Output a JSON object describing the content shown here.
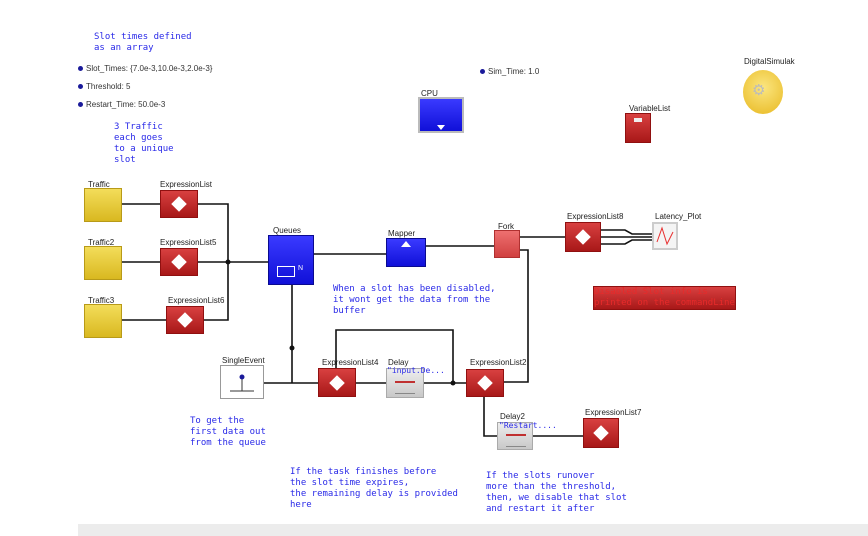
{
  "notes": {
    "slot_times": "Slot times defined\nas an array",
    "traffic": "3 Traffic\neach goes\nto a unique\nslot",
    "disabled_slot": "When a slot has been disabled,\nit wont get the data from the\nbuffer",
    "commandline": "Disabled Slot info is\nprinted on the commandLine",
    "first_data": "To get the\nfirst data out\nfrom the queue",
    "task_finishes": "If the task finishes before\nthe slot time expires,\nthe remaining delay is provided\nhere",
    "runover": "If the slots runover\nmore than the threshold,\nthen, we disable that slot\nand restart it after"
  },
  "parameters": {
    "slot_times": "Slot_Times: {7.0e-3,10.0e-3,2.0e-3}",
    "threshold": "Threshold: 5",
    "restart_time": "Restart_Time: 50.0e-3",
    "sim_time": "Sim_Time: 1.0"
  },
  "blocks": {
    "traffic": "Traffic",
    "traffic2": "Traffic2",
    "traffic3": "Traffic3",
    "expr": "ExpressionList",
    "expr5": "ExpressionList5",
    "expr6": "ExpressionList6",
    "queues": "Queues",
    "mapper": "Mapper",
    "fork": "Fork",
    "expr8": "ExpressionList8",
    "latency": "Latency_Plot",
    "cpu": "CPU",
    "varlist": "VariableList",
    "director": "DigitalSimulak",
    "single_event": "SingleEvent",
    "expr4": "ExpressionList4",
    "delay": "Delay",
    "delay_expr": "\"input.De...",
    "expr2": "ExpressionList2",
    "delay2": "Delay2",
    "delay2_expr": "\"Restart....",
    "expr7": "ExpressionList7",
    "queue_n": "N"
  },
  "colors": {
    "annotation": "#2a2ae8",
    "annotation_red": "#e82a2a",
    "actor_red": "#c02020",
    "actor_blue": "#1a1af0",
    "source_yellow": "#e8cc3a"
  }
}
